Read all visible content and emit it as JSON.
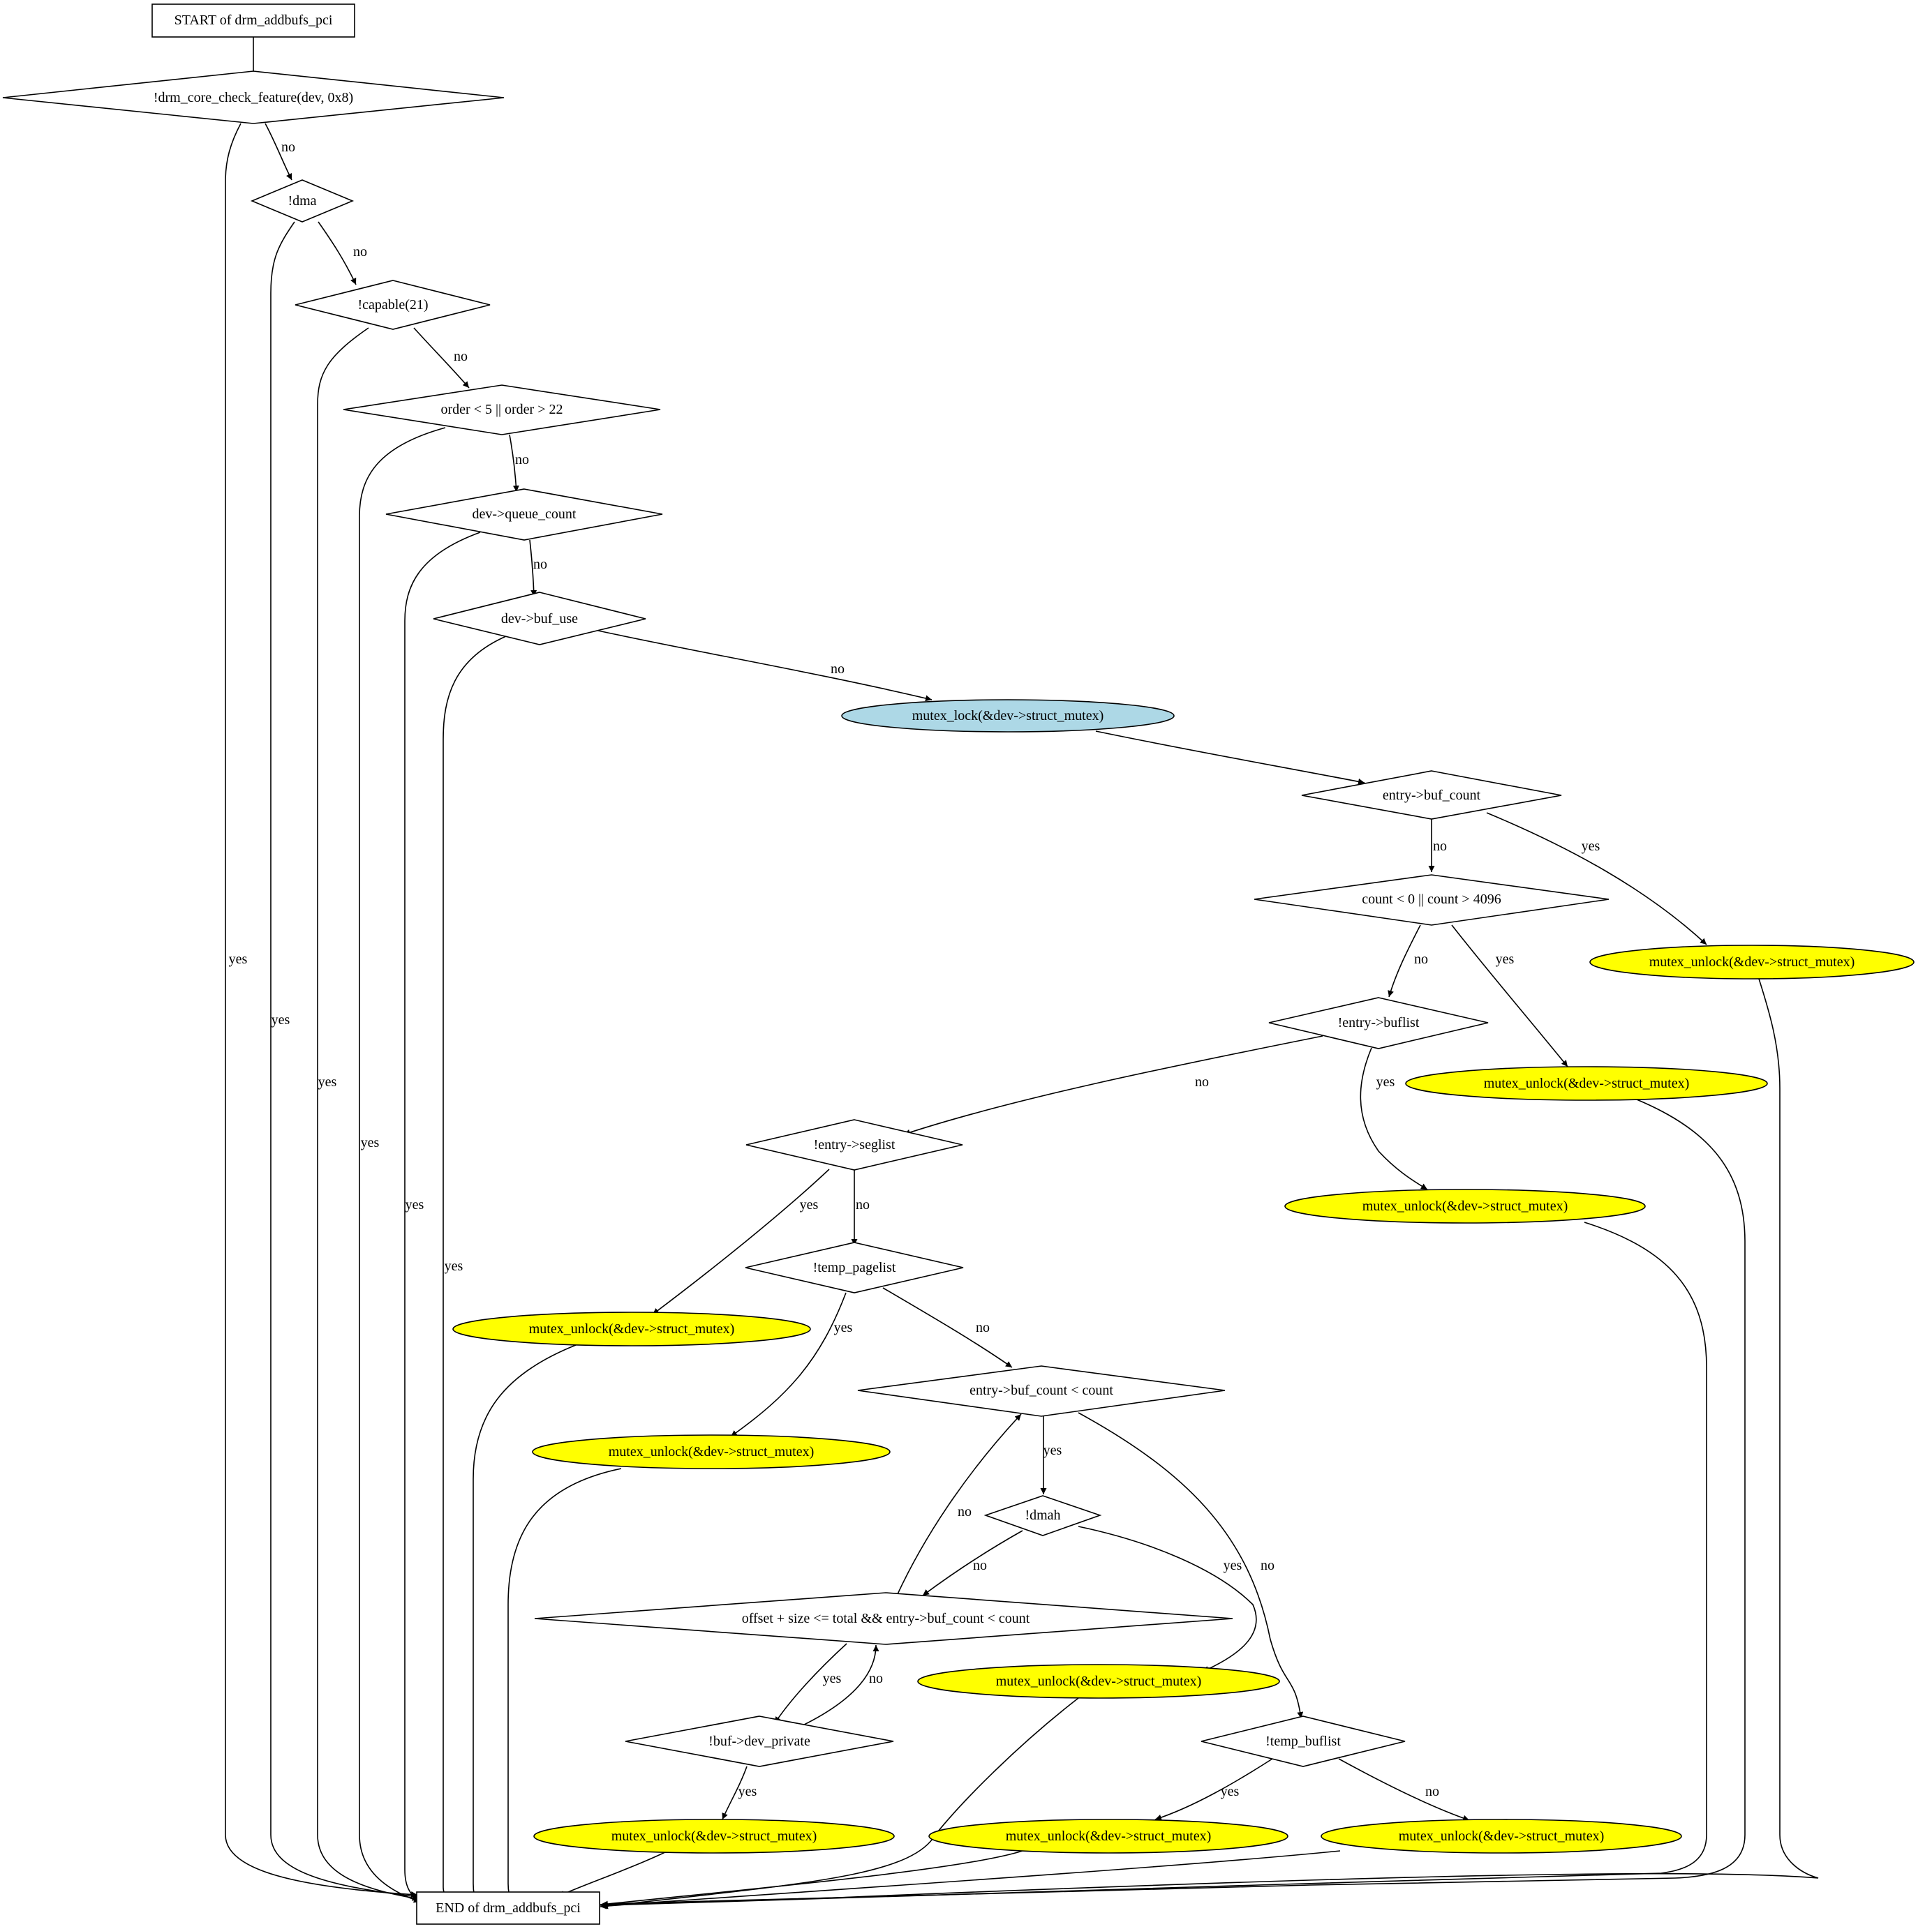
{
  "colors": {
    "lock_fill": "#add8e6",
    "unlock_fill": "#ffff00",
    "stroke": "#000000",
    "background": "#ffffff"
  },
  "nodes": {
    "start": "START of drm_addbufs_pci",
    "n1": "!drm_core_check_feature(dev, 0x8)",
    "n2": "!dma",
    "n3": "!capable(21)",
    "n4": "order < 5 || order > 22",
    "n5": "dev->queue_count",
    "n6": "dev->buf_use",
    "lock": "mutex_lock(&dev->struct_mutex)",
    "n7": "entry->buf_count",
    "u1": "mutex_unlock(&dev->struct_mutex)",
    "n8": "count < 0 || count > 4096",
    "u2": "mutex_unlock(&dev->struct_mutex)",
    "n9": "!entry->buflist",
    "u3": "mutex_unlock(&dev->struct_mutex)",
    "n10": "!entry->seglist",
    "u4": "mutex_unlock(&dev->struct_mutex)",
    "n11": "!temp_pagelist",
    "u5": "mutex_unlock(&dev->struct_mutex)",
    "n12": "entry->buf_count < count",
    "n13": "!dmah",
    "n14": "offset + size <= total && entry->buf_count < count",
    "u6": "mutex_unlock(&dev->struct_mutex)",
    "n15": "!buf->dev_private",
    "n16": "!temp_buflist",
    "u7": "mutex_unlock(&dev->struct_mutex)",
    "u8": "mutex_unlock(&dev->struct_mutex)",
    "u9": "mutex_unlock(&dev->struct_mutex)",
    "end": "END of drm_addbufs_pci"
  },
  "edge_labels": {
    "n1_n2": "no",
    "n1_end": "yes",
    "n2_n3": "no",
    "n2_end": "yes",
    "n3_n4": "no",
    "n3_end": "yes",
    "n4_n5": "no",
    "n4_end": "yes",
    "n5_n6": "no",
    "n5_end": "yes",
    "n6_lock": "no",
    "n6_end": "yes",
    "n7_n8": "no",
    "n7_u1": "yes",
    "n8_n9": "no",
    "n8_u2": "yes",
    "n9_n10": "no",
    "n9_u3": "yes",
    "n10_u4": "yes",
    "n10_n11": "no",
    "n11_u5": "yes",
    "n11_n12": "no",
    "n12_n13": "yes",
    "n12_n16": "no",
    "n13_n12": "no",
    "n13_n14": "no",
    "n13_u6": "yes",
    "n14_n15": "yes",
    "n15_n14": "no",
    "n15_u7": "yes",
    "n16_u8": "yes",
    "n16_u9": "no"
  }
}
